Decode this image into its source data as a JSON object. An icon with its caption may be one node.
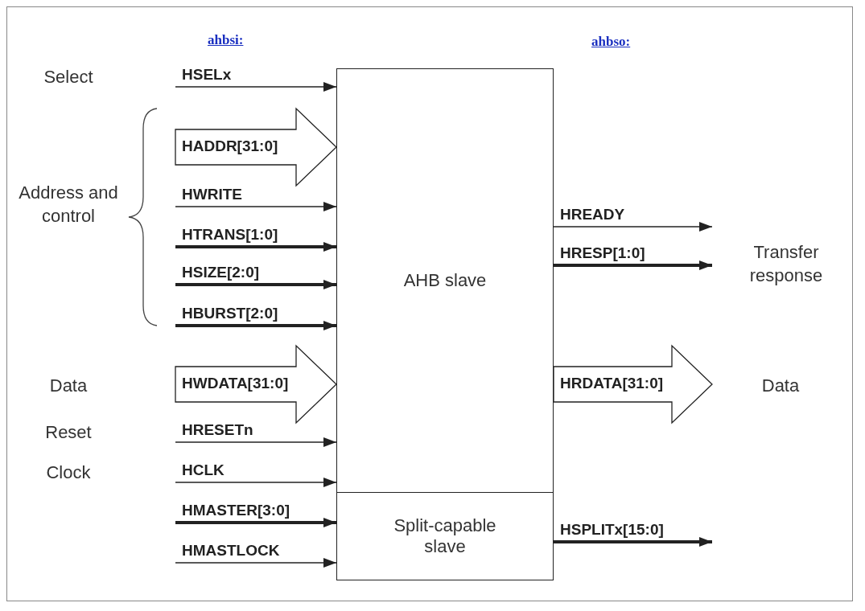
{
  "diagram": {
    "nodes": [
      {
        "text": [
          "AHB slave"
        ]
      },
      {
        "text": [
          "Split-capable slave"
        ]
      }
    ],
    "edges": [
      {
        "from": null,
        "to": 0,
        "arrow": "to",
        "label": "HSELx"
      },
      {
        "from": null,
        "to": 0,
        "arrow": "to",
        "label": "HADDR[31:0]"
      },
      {
        "from": null,
        "to": 0,
        "arrow": "to",
        "label": "HWRITE"
      },
      {
        "from": null,
        "to": 0,
        "arrow": "to",
        "label": "HTRANS[1:0]",
        "style": "thick"
      },
      {
        "from": null,
        "to": 0,
        "arrow": "to",
        "label": "HSIZE[2:0]",
        "style": "thick"
      },
      {
        "from": null,
        "to": 0,
        "arrow": "to",
        "label": "HBURST[2:0]",
        "style": "thick"
      },
      {
        "from": null,
        "to": 0,
        "arrow": "to",
        "label": "HWDATA[31:0]"
      },
      {
        "from": null,
        "to": 0,
        "arrow": "to",
        "label": "HRESETn"
      },
      {
        "from": null,
        "to": 0,
        "arrow": "to",
        "label": "HCLK"
      },
      {
        "from": null,
        "to": 1,
        "arrow": "to",
        "label": "HMASTER[3:0]",
        "style": "thick"
      },
      {
        "from": null,
        "to": 1,
        "arrow": "to",
        "label": "HMASTLOCK"
      },
      {
        "from": 0,
        "to": null,
        "arrow": "to",
        "label": "HREADY"
      },
      {
        "from": 0,
        "to": null,
        "arrow": "to",
        "label": "HRESP[1:0]",
        "style": "thick"
      },
      {
        "from": 0,
        "to": null,
        "arrow": "to",
        "label": "HRDATA[31:0]"
      },
      {
        "from": 1,
        "to": null,
        "arrow": "to",
        "label": "HSPLITx[15:0]",
        "style": "thick"
      }
    ],
    "labels": [
      "ahbsi:",
      "ahbso:",
      "Select",
      "Address and control",
      "Transfer response",
      "Data",
      "Data",
      "Reset",
      "Clock"
    ]
  }
}
